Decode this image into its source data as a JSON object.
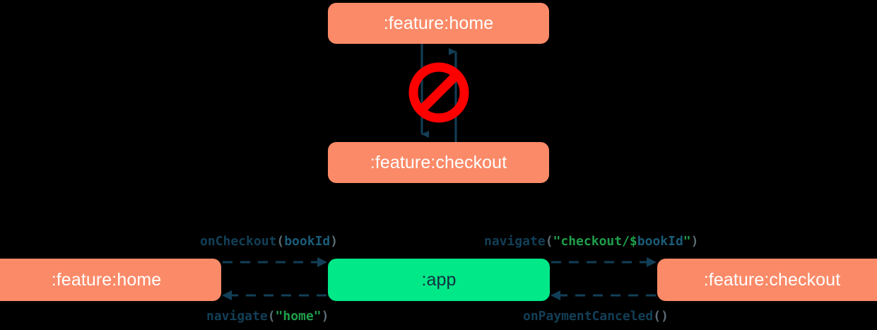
{
  "diagram": {
    "type": "module-navigation-diagram",
    "colors": {
      "background": "#000000",
      "feature_node": "#FB8A68",
      "app_node": "#00E887",
      "node_text_light": "#ffffff",
      "node_text_dark": "#123040",
      "edge": "#123F57",
      "forbidden": "#FF0000",
      "code_function": "#123F57",
      "code_punctuation": "#5C6C74",
      "code_string": "#1F9E4B",
      "code_variable": "#1B5C78"
    },
    "top_cluster": {
      "name": "forbidden-direct-dependency",
      "nodes": [
        {
          "id": "top-home",
          "label": ":feature:home",
          "kind": "feature"
        },
        {
          "id": "top-checkout",
          "label": ":feature:checkout",
          "kind": "feature"
        }
      ],
      "edges": [
        {
          "id": "top-home-to-checkout",
          "from": "top-home",
          "to": "top-checkout",
          "style": "solid",
          "direction": "down"
        },
        {
          "id": "top-checkout-to-home",
          "from": "top-checkout",
          "to": "top-home",
          "style": "solid",
          "direction": "up"
        }
      ],
      "badge": {
        "name": "prohibition-sign",
        "glyph": "no-entry",
        "meaning": "forbidden"
      }
    },
    "bottom_cluster": {
      "name": "app-mediated-navigation",
      "nodes": [
        {
          "id": "bot-home",
          "label": ":feature:home",
          "kind": "feature"
        },
        {
          "id": "bot-app",
          "label": ":app",
          "kind": "app"
        },
        {
          "id": "bot-checkout",
          "label": ":feature:checkout",
          "kind": "feature"
        }
      ],
      "edges": [
        {
          "id": "home-to-app",
          "from": "bot-home",
          "to": "bot-app",
          "style": "dashed",
          "direction": "right",
          "label_plain": "onCheckout(bookId)",
          "label_tokens": [
            {
              "text": "onCheckout",
              "type": "fn"
            },
            {
              "text": "(",
              "type": "punct"
            },
            {
              "text": "bookId",
              "type": "var"
            },
            {
              "text": ")",
              "type": "punct"
            }
          ]
        },
        {
          "id": "app-to-checkout",
          "from": "bot-app",
          "to": "bot-checkout",
          "style": "dashed",
          "direction": "right",
          "label_plain": "navigate(\"checkout/$bookId\")",
          "label_tokens": [
            {
              "text": "navigate",
              "type": "fn"
            },
            {
              "text": "(",
              "type": "punct"
            },
            {
              "text": "\"checkout/",
              "type": "str"
            },
            {
              "text": "$",
              "type": "str"
            },
            {
              "text": "bookId",
              "type": "var"
            },
            {
              "text": "\"",
              "type": "str"
            },
            {
              "text": ")",
              "type": "punct"
            }
          ]
        },
        {
          "id": "app-to-home",
          "from": "bot-app",
          "to": "bot-home",
          "style": "dashed",
          "direction": "left",
          "label_plain": "navigate(\"home\")",
          "label_tokens": [
            {
              "text": "navigate",
              "type": "fn"
            },
            {
              "text": "(",
              "type": "punct"
            },
            {
              "text": "\"home\"",
              "type": "str"
            },
            {
              "text": ")",
              "type": "punct"
            }
          ]
        },
        {
          "id": "checkout-to-app",
          "from": "bot-checkout",
          "to": "bot-app",
          "style": "dashed",
          "direction": "left",
          "label_plain": "onPaymentCanceled()",
          "label_tokens": [
            {
              "text": "onPaymentCanceled",
              "type": "fn"
            },
            {
              "text": "()",
              "type": "punct"
            }
          ]
        }
      ]
    }
  }
}
